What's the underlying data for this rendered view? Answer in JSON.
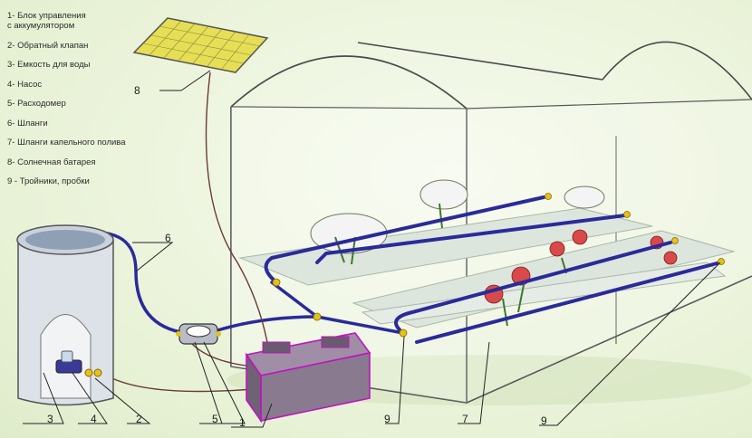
{
  "legend": [
    "1- Блок управления\nс аккумулятором",
    "2- Обратный клапан",
    "3- Емкость для воды",
    "4- Насос",
    "5- Расходомер",
    "6- Шланги",
    "7- Шланги капельного полива",
    "8- Солнечная батарея",
    "9 - Тройники, пробки"
  ],
  "callouts": {
    "n1": "1",
    "n2": "2",
    "n3": "3",
    "n4": "4",
    "n5": "5",
    "n6": "6",
    "n7": "7",
    "n8": "8",
    "n9a": "9",
    "n9b": "9"
  },
  "colors": {
    "hose": "#2a2a9a",
    "greenhouse_frame": "#4a4a4a",
    "bed": "#dfe7df",
    "battery": "#8a7a8f",
    "battery_outline": "#c013c0",
    "solar_panel": "#e6df55",
    "fitting": "#e3c21a"
  }
}
